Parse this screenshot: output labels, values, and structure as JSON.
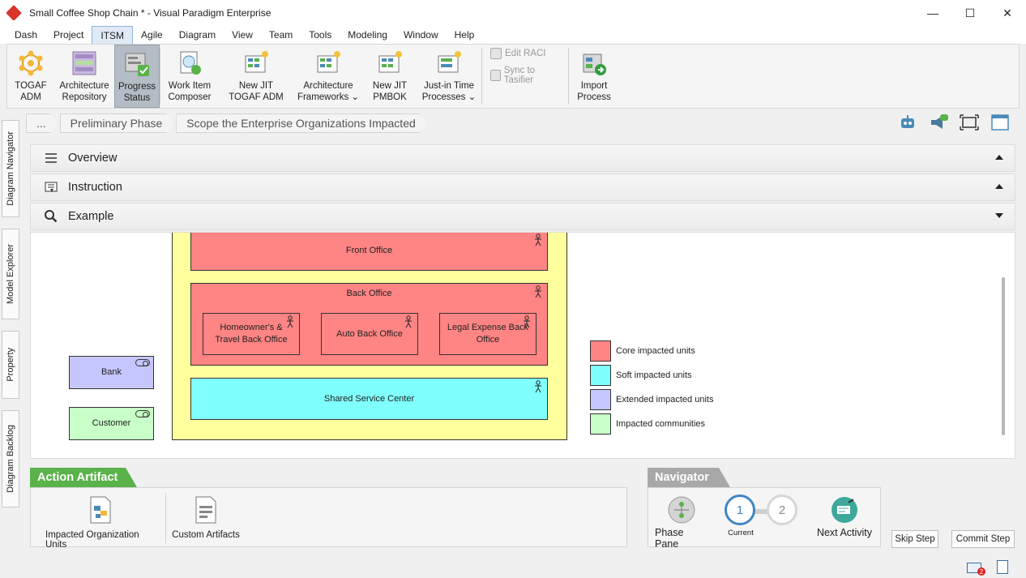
{
  "window": {
    "title": "Small Coffee Shop Chain * - Visual Paradigm Enterprise",
    "minimize": "—",
    "maximize": "☐",
    "close": "✕"
  },
  "menu": {
    "tabs": [
      "Dash",
      "Project",
      "ITSM",
      "Agile",
      "Diagram",
      "View",
      "Team",
      "Tools",
      "Modeling",
      "Window",
      "Help"
    ],
    "active": "ITSM"
  },
  "ribbon": {
    "togaf_adm": [
      "TOGAF",
      "ADM"
    ],
    "arch_repo": [
      "Architecture",
      "Repository"
    ],
    "progress_status": [
      "Progress",
      "Status"
    ],
    "work_item_composer": [
      "Work Item",
      "Composer"
    ],
    "new_jit_togaf": [
      "New JIT",
      "TOGAF ADM"
    ],
    "arch_frameworks": [
      "Architecture",
      "Frameworks ⌄"
    ],
    "new_jit_pmbok": [
      "New JIT",
      "PMBOK"
    ],
    "jit_processes": [
      "Just-in Time",
      "Processes ⌄"
    ],
    "edit_raci": "Edit RACI",
    "sync_tasifier": "Sync to Tasifier",
    "import_process": [
      "Import",
      "Process"
    ]
  },
  "sidebar": {
    "tabs": [
      "Diagram Navigator",
      "Model Explorer",
      "Property",
      "Diagram Backlog"
    ]
  },
  "breadcrumb": {
    "items": [
      "...",
      "Preliminary Phase",
      "Scope the Enterprise Organizations Impacted"
    ]
  },
  "panels": {
    "overview": "Overview",
    "instruction": "Instruction",
    "example": "Example"
  },
  "diagram": {
    "front_office": "Front Office",
    "back_office": "Back Office",
    "homeowners": "Homeowner's & Travel Back Office",
    "auto": "Auto Back Office",
    "legal": "Legal Expense Back Office",
    "shared": "Shared Service Center",
    "bank": "Bank",
    "customer": "Customer",
    "legend": [
      {
        "label": "Core impacted units",
        "color": "#ff8484"
      },
      {
        "label": "Soft impacted units",
        "color": "#80ffff"
      },
      {
        "label": "Extended impacted units",
        "color": "#c6c6ff"
      },
      {
        "label": "Impacted communities",
        "color": "#c8ffc8"
      }
    ]
  },
  "action_artifact": {
    "title": "Action Artifact",
    "items": [
      "Impacted Organization Units",
      "Custom Artifacts"
    ]
  },
  "navigator": {
    "title": "Navigator",
    "phase_pane": "Phase Pane",
    "step1": "1",
    "step2": "2",
    "current": "Current",
    "next_activity": "Next Activity"
  },
  "buttons": {
    "skip_step": "Skip Step",
    "commit_step": "Commit Step"
  },
  "status": {
    "mail_badge": "2"
  },
  "colors": {
    "accent_green": "#5ab24a",
    "core": "#ff8484",
    "soft": "#80ffff",
    "extended": "#c6c6ff",
    "community": "#c8ffc8",
    "org_container": "#ffff9e"
  }
}
